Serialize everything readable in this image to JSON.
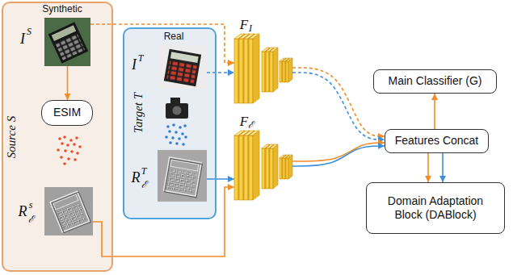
{
  "diagram": {
    "nodes": [
      {
        "text": [
          "Source S"
        ]
      },
      {
        "text": [
          "Synthetic",
          "I",
          "S"
        ],
        "in": 0
      },
      {
        "text": [
          "ESIM"
        ],
        "in": 0
      },
      {
        "text": [
          "R",
          "s",
          "ℰ"
        ],
        "in": 0
      },
      {
        "text": [
          "Target T"
        ]
      },
      {
        "text": [
          "Real",
          "I",
          "T"
        ],
        "in": 4
      },
      {
        "text": [
          "R",
          "T",
          "ℰ"
        ],
        "in": 4
      },
      {
        "text": [
          "F",
          "I"
        ]
      },
      {
        "text": [
          "F",
          "ℰ"
        ]
      },
      {
        "text": [
          "Main Classifier (G)"
        ]
      },
      {
        "text": [
          "Features Concat"
        ]
      },
      {
        "text": [
          "Domain Adaptation Block (DABlock)"
        ]
      }
    ],
    "edges": [
      {
        "from": 1,
        "to": 2,
        "arrow": "to"
      },
      {
        "from": 1,
        "to": 7,
        "arrow": "to"
      },
      {
        "from": 5,
        "to": 7,
        "arrow": "to"
      },
      {
        "from": 6,
        "to": 8,
        "arrow": "to"
      },
      {
        "from": 3,
        "to": 8,
        "arrow": "to"
      },
      {
        "from": 7,
        "to": 10,
        "arrow": "to"
      },
      {
        "from": 7,
        "to": 10,
        "arrow": "to"
      },
      {
        "from": 8,
        "to": 10,
        "arrow": "to"
      },
      {
        "from": 8,
        "to": 10,
        "arrow": "to"
      },
      {
        "from": 10,
        "to": 9,
        "arrow": "to"
      },
      {
        "from": 10,
        "to": 11,
        "arrow": "to"
      },
      {
        "from": 10,
        "to": 11,
        "arrow": "to"
      }
    ]
  }
}
